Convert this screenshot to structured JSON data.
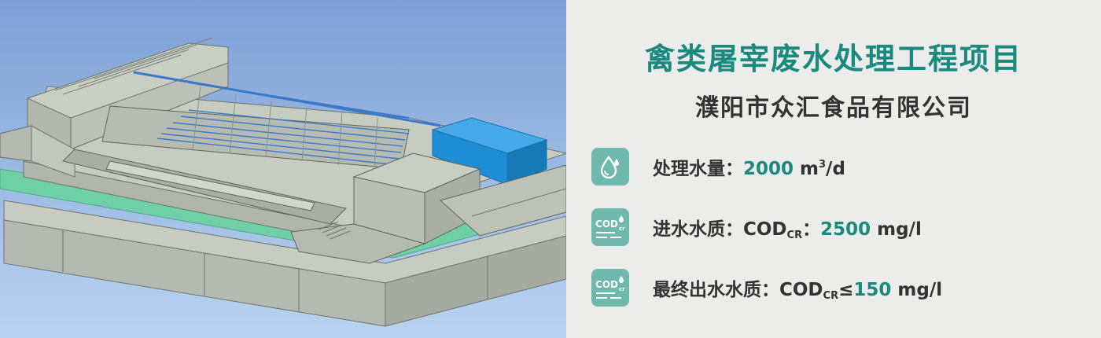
{
  "project": {
    "title": "禽类屠宰废水处理工程项目",
    "company": "濮阳市众汇食品有限公司"
  },
  "specs": [
    {
      "icon": "water-drop-icon",
      "label": "处理水量：",
      "value": "2000",
      "unit_main": " m",
      "unit_sup": "3",
      "unit_tail": "/d"
    },
    {
      "icon": "cod-icon",
      "label": "进水水质：COD",
      "sub": "CR",
      "sep": "：",
      "value": "2500",
      "unit": " mg/l"
    },
    {
      "icon": "cod-icon",
      "label": "最终出水水质：COD",
      "sub": "CR",
      "sep": "≤",
      "value": "150",
      "unit": " mg/l"
    }
  ],
  "icons": {
    "cod_text": "COD",
    "cod_sub": "cr"
  },
  "colors": {
    "accent": "#1a8a7e",
    "icon_bg": "#6fb8ae",
    "panel_bg": "#ececeb",
    "text": "#333333",
    "tank_blue": "#1e8fd6",
    "ground_green": "#6fd0a8"
  }
}
